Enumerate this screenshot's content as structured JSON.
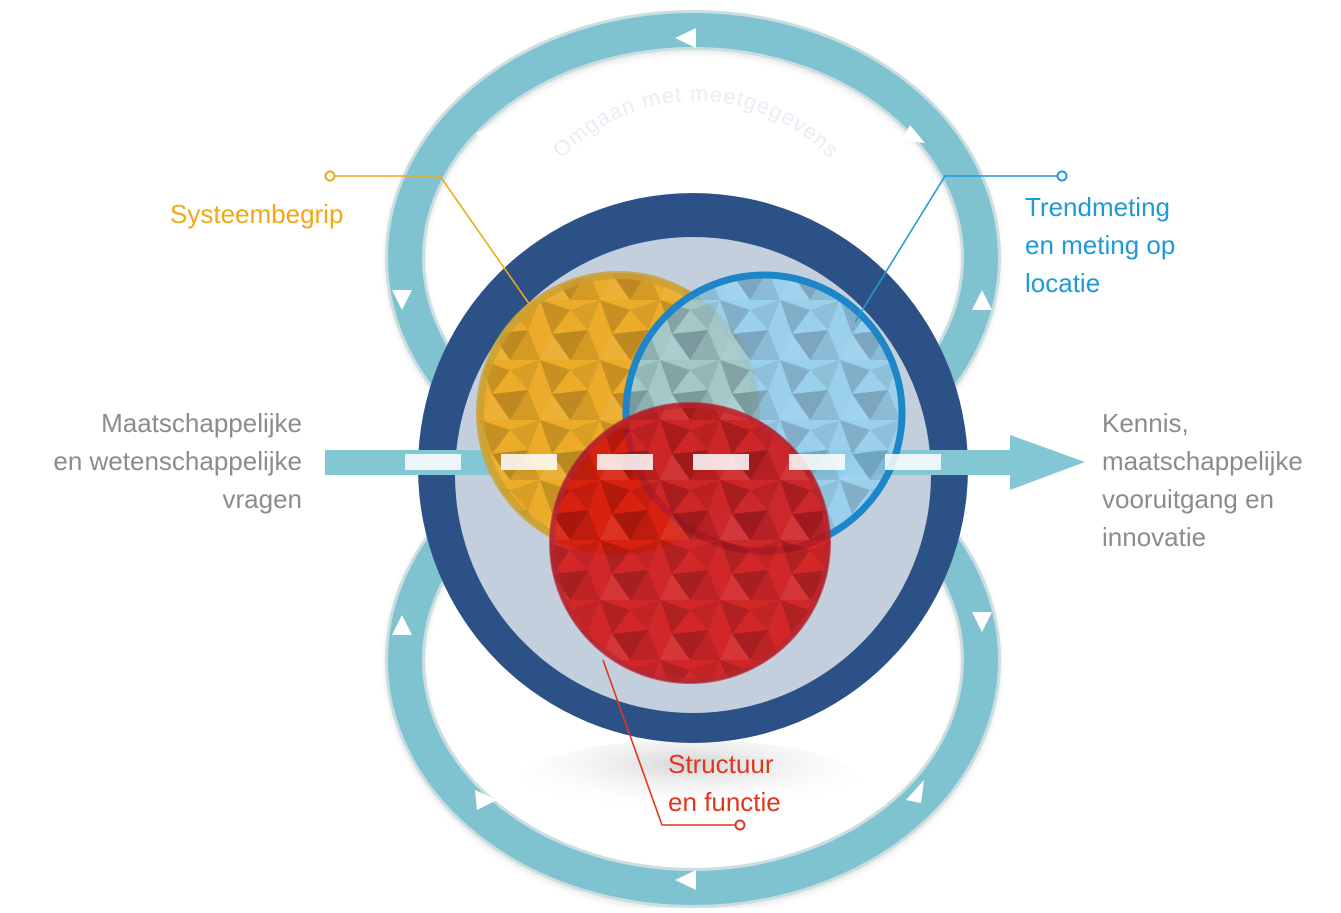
{
  "outer_ring": {
    "title": "Omgaan met meetgegevens"
  },
  "components": [
    {
      "label": "Systeembegrip",
      "color": "#f0a818"
    },
    {
      "label_lines": [
        "Trendmeting",
        "en meting op",
        "locatie"
      ],
      "color": "#1f9ad6"
    },
    {
      "label_lines": [
        "Structuur",
        "en functie"
      ],
      "color": "#e0361e"
    }
  ],
  "input": {
    "lines": [
      "Maatschappelijke",
      "en wetenschappelijke",
      "vragen"
    ]
  },
  "output": {
    "lines": [
      "Kennis,",
      "maatschappelijke",
      "vooruitgang en",
      "innovatie"
    ]
  },
  "colors": {
    "loop": "#7fc3d0",
    "ring_dark": "#2c5186",
    "ring_light": "#c3cfdc",
    "arrow": "#84c7d4"
  }
}
